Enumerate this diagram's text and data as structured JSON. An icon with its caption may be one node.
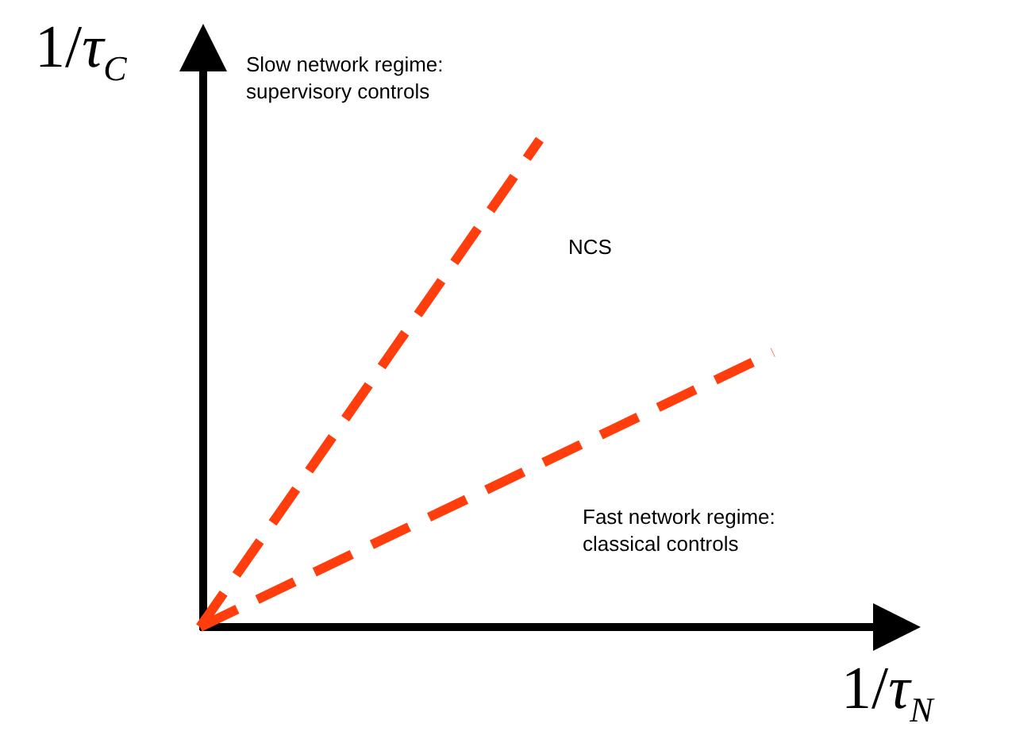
{
  "diagram": {
    "labels": [
      "1/*τ*$_{C}$",
      "Slow network regime: supervisory controls",
      "NCS",
      "Fast network regime: classical controls",
      "1/*τ*$_{N}$"
    ]
  }
}
